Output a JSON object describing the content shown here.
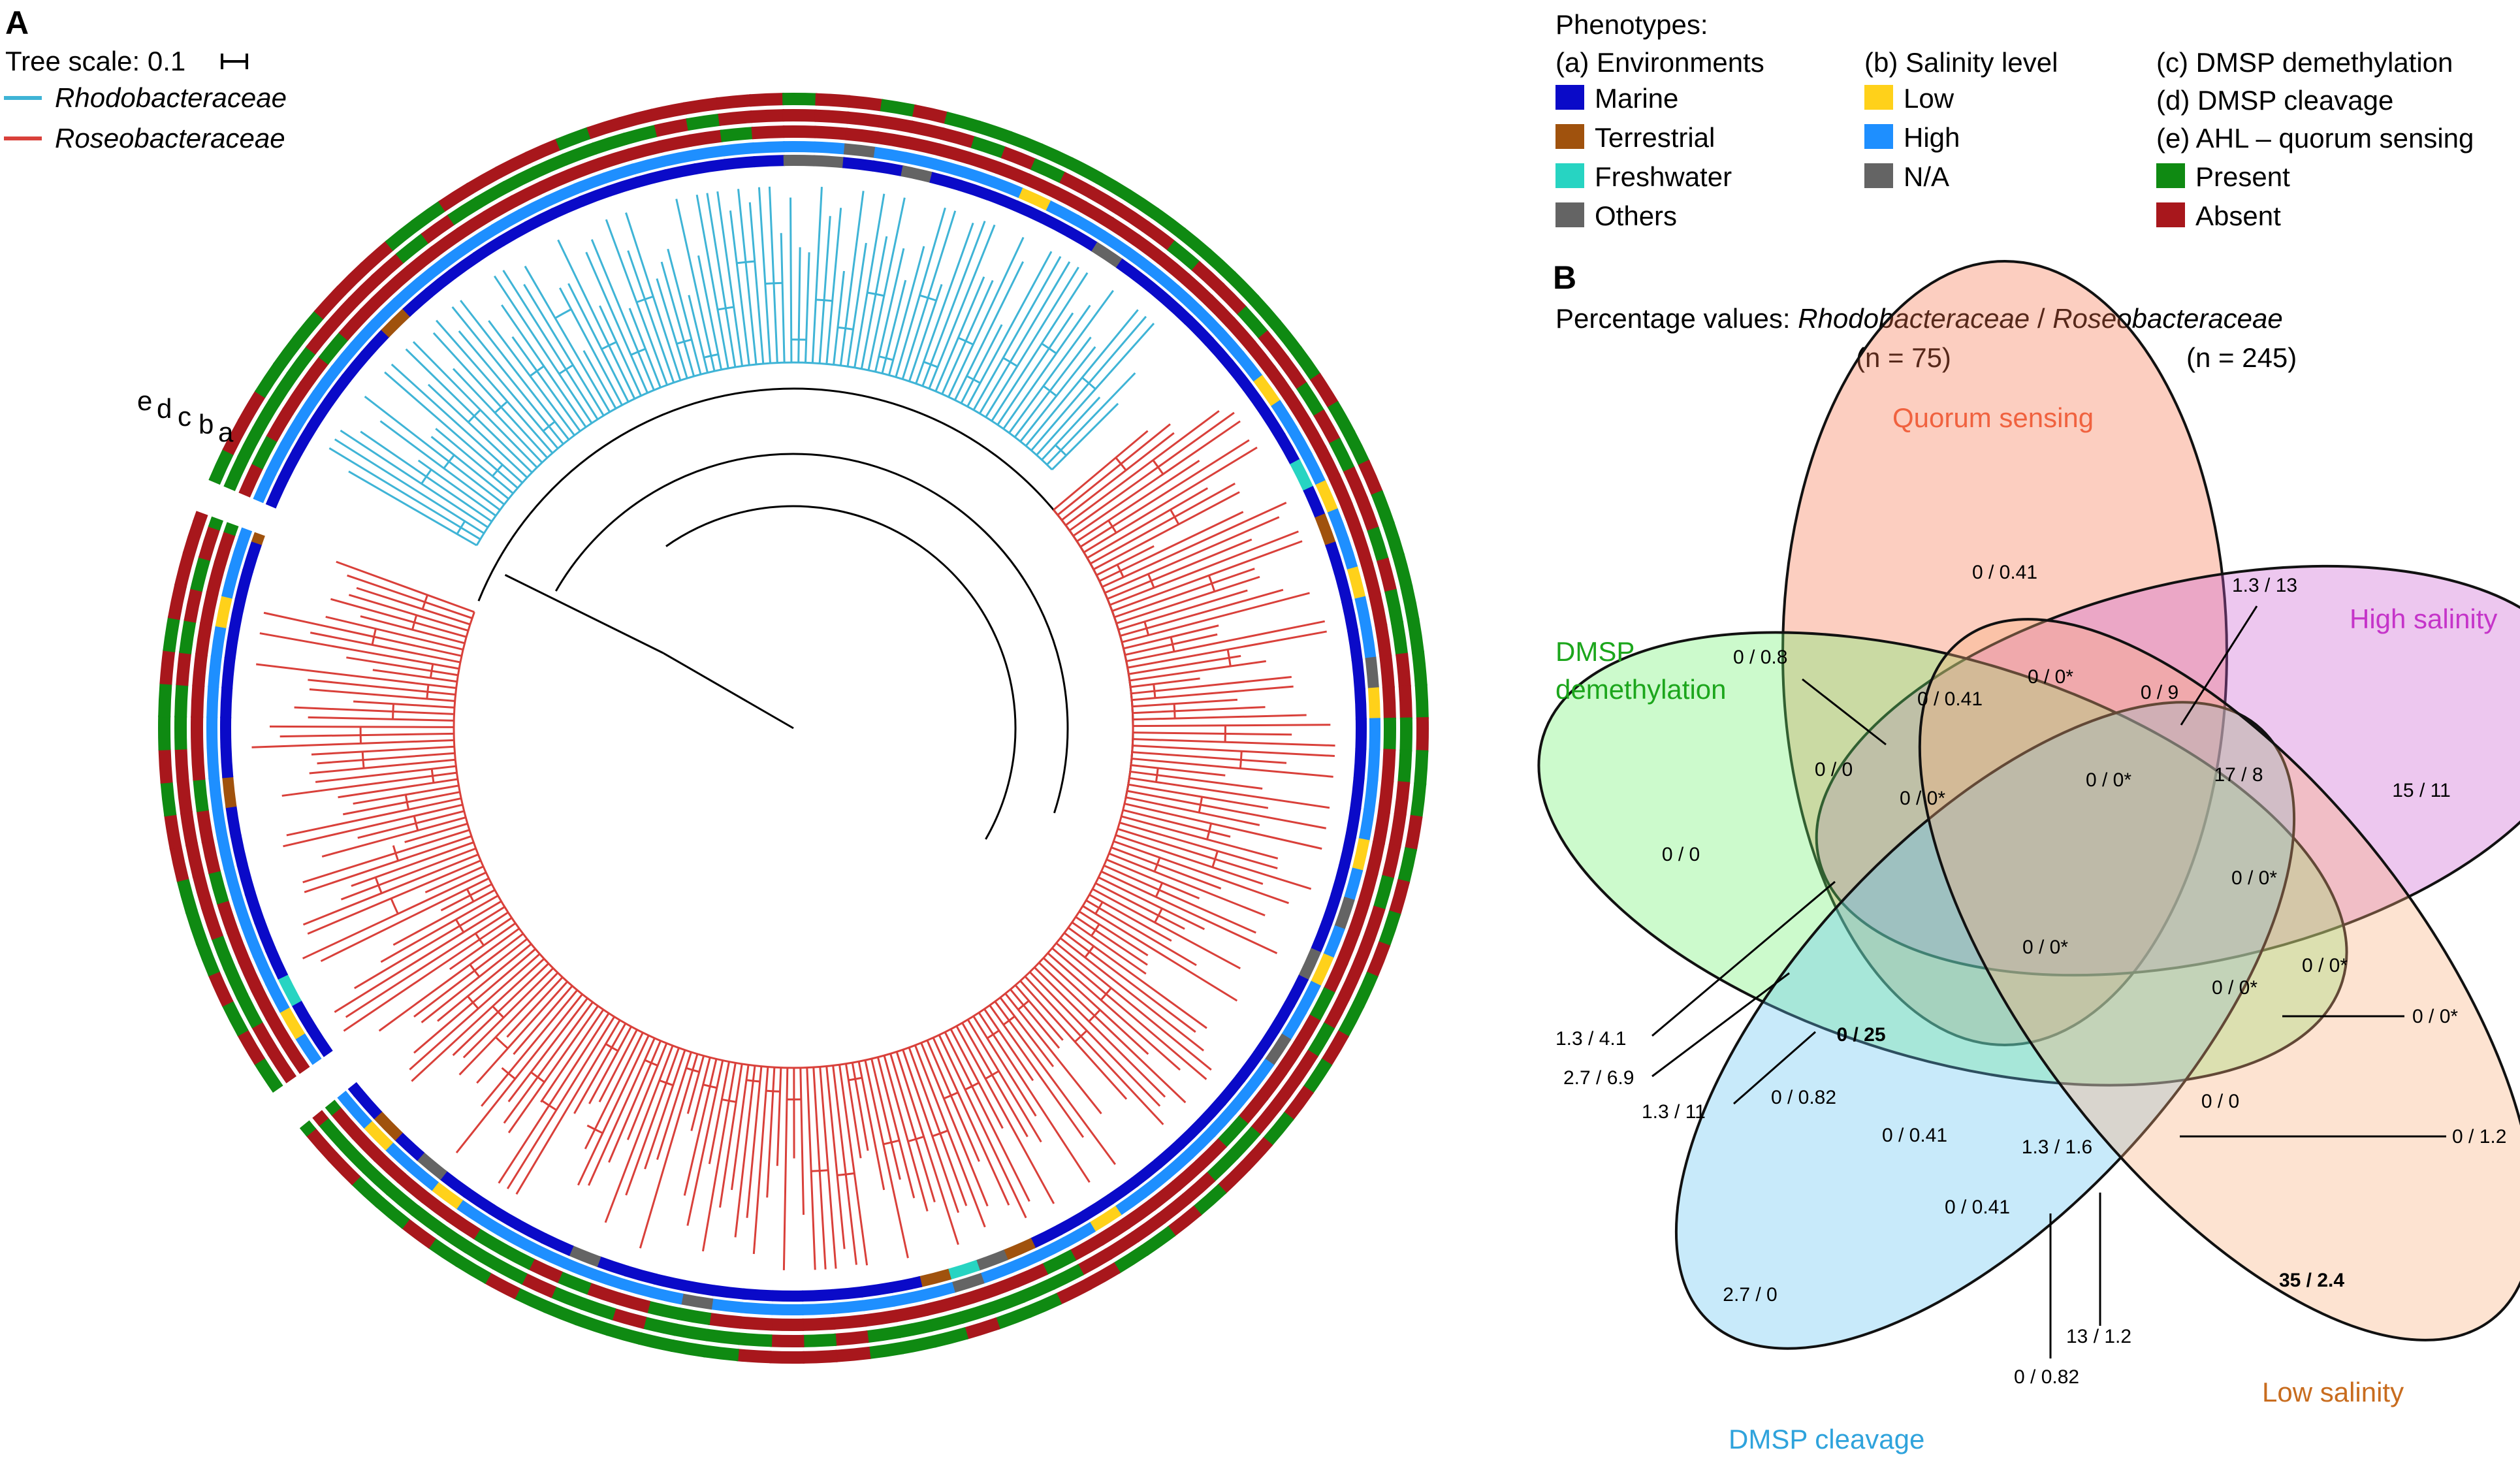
{
  "panel_a": {
    "label": "A",
    "tree_scale": "Tree scale: 0.1",
    "clades": [
      {
        "name": "Rhodobacteraceae",
        "color": "#3FB4D6"
      },
      {
        "name": "Roseobacteraceae",
        "color": "#D9403A"
      }
    ],
    "ring_letters": [
      "e",
      "d",
      "c",
      "b",
      "a"
    ]
  },
  "legend": {
    "title": "Phenotypes:",
    "groups": [
      {
        "heading": "(a) Environments",
        "items": [
          {
            "label": "Marine",
            "color": "#0A0AC8"
          },
          {
            "label": "Terrestrial",
            "color": "#A0520D"
          },
          {
            "label": "Freshwater",
            "color": "#27D4C2"
          },
          {
            "label": "Others",
            "color": "#646464"
          }
        ]
      },
      {
        "heading": "(b) Salinity level",
        "items": [
          {
            "label": "Low",
            "color": "#FFD11A"
          },
          {
            "label": "High",
            "color": "#1E8FFF"
          },
          {
            "label": "N/A",
            "color": "#646464"
          }
        ]
      },
      {
        "heading": "(c) DMSP demethylation",
        "items": []
      },
      {
        "heading": "(d) DMSP cleavage",
        "items": []
      },
      {
        "heading": "(e) AHL – quorum sensing",
        "items": [
          {
            "label": "Present",
            "color": "#0F8A12"
          },
          {
            "label": "Absent",
            "color": "#A8171C"
          }
        ]
      }
    ]
  },
  "panel_b": {
    "label": "B",
    "caption_prefix": "Percentage values: ",
    "caption_family1": "Rhodobacteraceae",
    "caption_sep": " / ",
    "caption_family2": "Roseobacteraceae",
    "n1": "(n = 75)",
    "n2": "(n = 245)",
    "sets": [
      {
        "label": "Quorum sensing",
        "color": "#F0623F"
      },
      {
        "label": "High salinity",
        "color": "#C534C9"
      },
      {
        "label": "DMSP demethylation",
        "color": "#1CA61C"
      },
      {
        "label": "DMSP cleavage",
        "color": "#2FA3DC"
      },
      {
        "label": "Low salinity",
        "color": "#C86C1E"
      }
    ],
    "regions": [
      {
        "text": "0 / 0.41",
        "bold": false
      },
      {
        "text": "15 / 11",
        "bold": false
      },
      {
        "text": "0 / 0",
        "bold": false
      },
      {
        "text": "2.7 / 0",
        "bold": false
      },
      {
        "text": "35 / 2.4",
        "bold": true
      },
      {
        "text": "0 / 0.41",
        "bold": false
      },
      {
        "text": "0 / 0*",
        "bold": false
      },
      {
        "text": "0 / 9",
        "bold": false
      },
      {
        "text": "0 / 0",
        "bold": false
      },
      {
        "text": "0 / 0*",
        "bold": false
      },
      {
        "text": "0 / 0*",
        "bold": false
      },
      {
        "text": "17 / 8",
        "bold": false
      },
      {
        "text": "0 / 0*",
        "bold": false
      },
      {
        "text": "0 / 0*",
        "bold": false
      },
      {
        "text": "0 / 0*",
        "bold": false
      },
      {
        "text": "0 / 0*",
        "bold": false
      },
      {
        "text": "0 / 25",
        "bold": true
      },
      {
        "text": "0 / 0.82",
        "bold": false
      },
      {
        "text": "0 / 0.41",
        "bold": false
      },
      {
        "text": "1.3 / 1.6",
        "bold": false
      },
      {
        "text": "0 / 0",
        "bold": false
      },
      {
        "text": "0 / 0.41",
        "bold": false
      }
    ],
    "callouts": [
      {
        "text": "0 / 0.8"
      },
      {
        "text": "1.3 / 13"
      },
      {
        "text": "1.3 / 4.1"
      },
      {
        "text": "2.7 / 6.9"
      },
      {
        "text": "1.3 / 11"
      },
      {
        "text": "0 / 0*"
      },
      {
        "text": "0 / 1.2"
      },
      {
        "text": "13 / 1.2"
      },
      {
        "text": "0 / 0.82"
      }
    ]
  }
}
